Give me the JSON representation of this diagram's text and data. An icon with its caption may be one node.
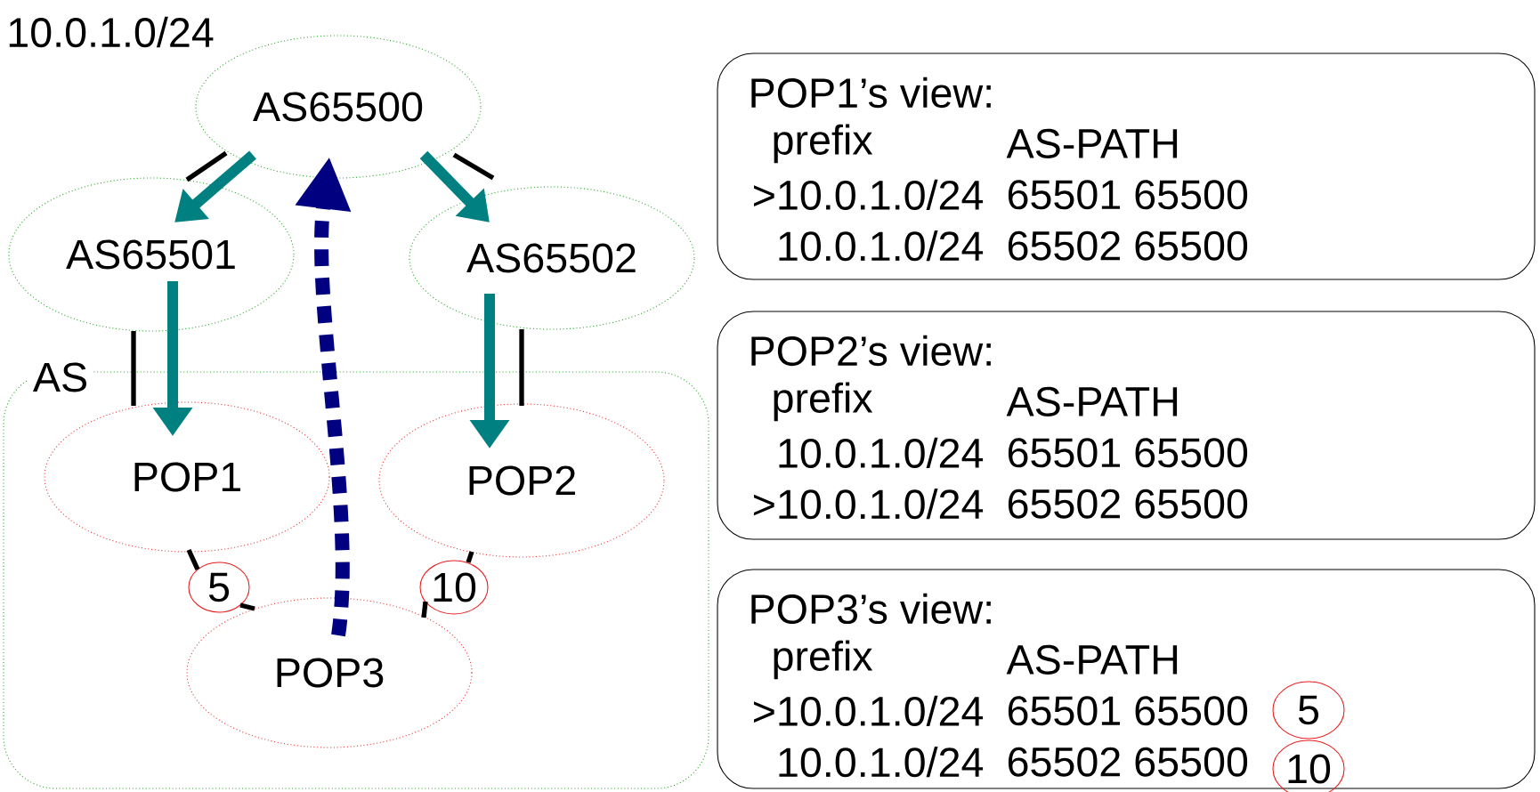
{
  "diagram": {
    "nodes": [
      {
        "text": [
          "AS65500"
        ],
        "beside": [
          "10.0.1.0/24"
        ]
      },
      {
        "text": [
          "AS65501"
        ]
      },
      {
        "text": [
          "AS65502"
        ]
      },
      {
        "text": [
          "AS"
        ]
      },
      {
        "text": [
          "POP1"
        ],
        "in": 3
      },
      {
        "text": [
          "POP2"
        ],
        "in": 3
      },
      {
        "text": [
          "POP3"
        ],
        "in": 3
      },
      {
        "text": [
          "5"
        ],
        "in": 3
      },
      {
        "text": [
          "10"
        ],
        "in": 3
      },
      {
        "text": [
          "POP1’s view:",
          "prefix",
          "AS-PATH",
          ">10.0.1.0/24",
          "65501 65500",
          "10.0.1.0/24",
          "65502 65500"
        ]
      },
      {
        "text": [
          "POP2’s view:",
          "prefix",
          "AS-PATH",
          "10.0.1.0/24",
          "65501 65500",
          ">10.0.1.0/24",
          "65502 65500"
        ]
      },
      {
        "text": [
          "POP3’s view:",
          "prefix",
          "AS-PATH",
          ">10.0.1.0/24",
          "65501 65500",
          "10.0.1.0/24",
          "65502 65500"
        ]
      },
      {
        "text": [
          "5"
        ],
        "in": 11
      },
      {
        "text": [
          "10"
        ],
        "in": 11
      }
    ],
    "edges": [
      {
        "from": 0,
        "to": 1,
        "arrow": "to",
        "style": "thick",
        "color": "#008080"
      },
      {
        "from": 0,
        "to": 2,
        "arrow": "to",
        "style": "thick",
        "color": "#008080"
      },
      {
        "from": 1,
        "to": 4,
        "arrow": "to",
        "style": "thick",
        "color": "#008080"
      },
      {
        "from": 2,
        "to": 5,
        "arrow": "to",
        "style": "thick",
        "color": "#008080"
      },
      {
        "from": 6,
        "to": 0,
        "arrow": "to",
        "style": "dashed",
        "color": "#000080"
      },
      {
        "from": 4,
        "to": 7,
        "arrow": "none"
      },
      {
        "from": 7,
        "to": 6,
        "arrow": "none"
      },
      {
        "from": 5,
        "to": 8,
        "arrow": "none"
      },
      {
        "from": 8,
        "to": 6,
        "arrow": "none"
      },
      {
        "from": 0,
        "to": 1,
        "arrow": "none"
      },
      {
        "from": 0,
        "to": 2,
        "arrow": "none"
      },
      {
        "from": 1,
        "to": 4,
        "arrow": "none"
      },
      {
        "from": 2,
        "to": 5,
        "arrow": "none"
      }
    ]
  }
}
